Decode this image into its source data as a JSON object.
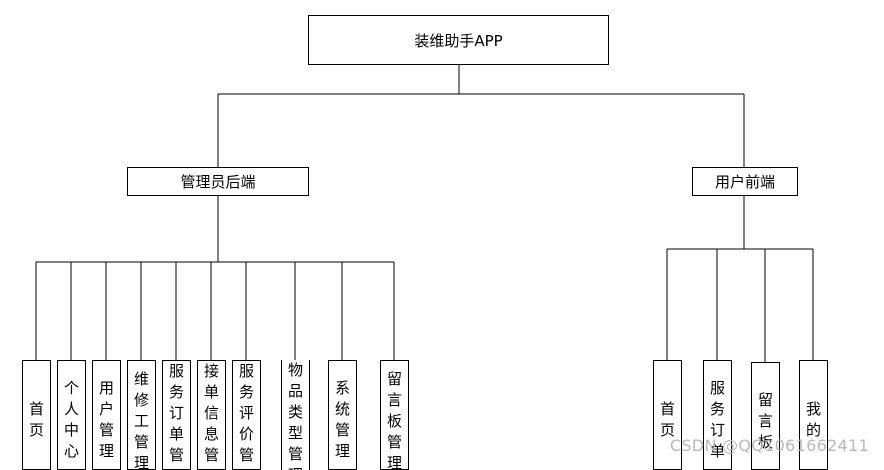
{
  "root": {
    "label": "装维助手APP"
  },
  "admin": {
    "label": "管理员后端",
    "modules": [
      "首页",
      "个人中心",
      "用户管理",
      "维修工管理",
      "服务订单管理",
      "接单信息管理",
      "服务评价管理",
      "物品类型管理",
      "系统管理",
      "留言板管理"
    ]
  },
  "user": {
    "label": "用户前端",
    "modules": [
      "首页",
      "服务订单",
      "留言板",
      "我的"
    ]
  },
  "watermark": "CSDN @QQ1061662411"
}
